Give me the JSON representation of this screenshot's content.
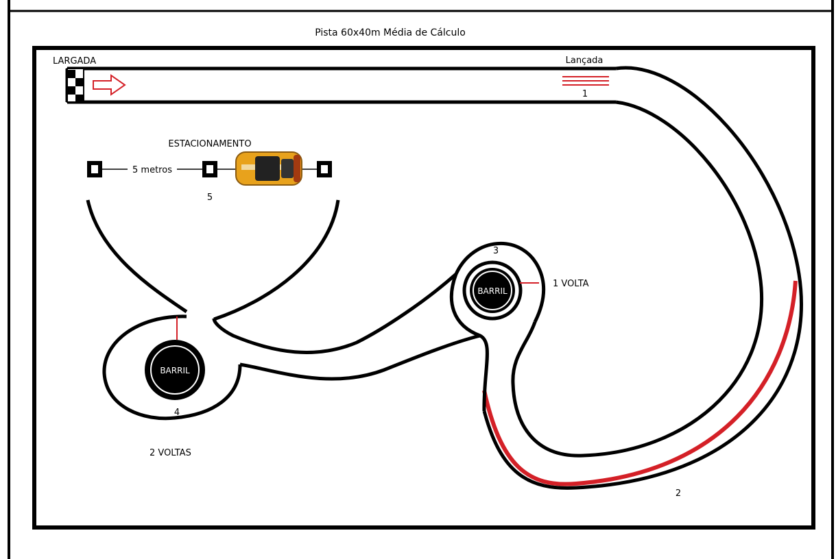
{
  "title": "Pista 60x40m Média de Cálculo",
  "start_label": "LARGADA",
  "launch_label": "Lançada",
  "parking_label": "ESTACIONAMENTO",
  "distance_label": "5 metros",
  "barrel_label": "BARRIL",
  "one_lap_label": "1 VOLTA",
  "two_laps_label": "2 VOLTAS",
  "station_numbers": {
    "s1": "1",
    "s2": "2",
    "s3": "3",
    "s4": "4",
    "s5": "5"
  },
  "colors": {
    "track": "#000000",
    "accent_red": "#d42027",
    "car_yellow": "#e8a21c",
    "background": "#ffffff"
  }
}
